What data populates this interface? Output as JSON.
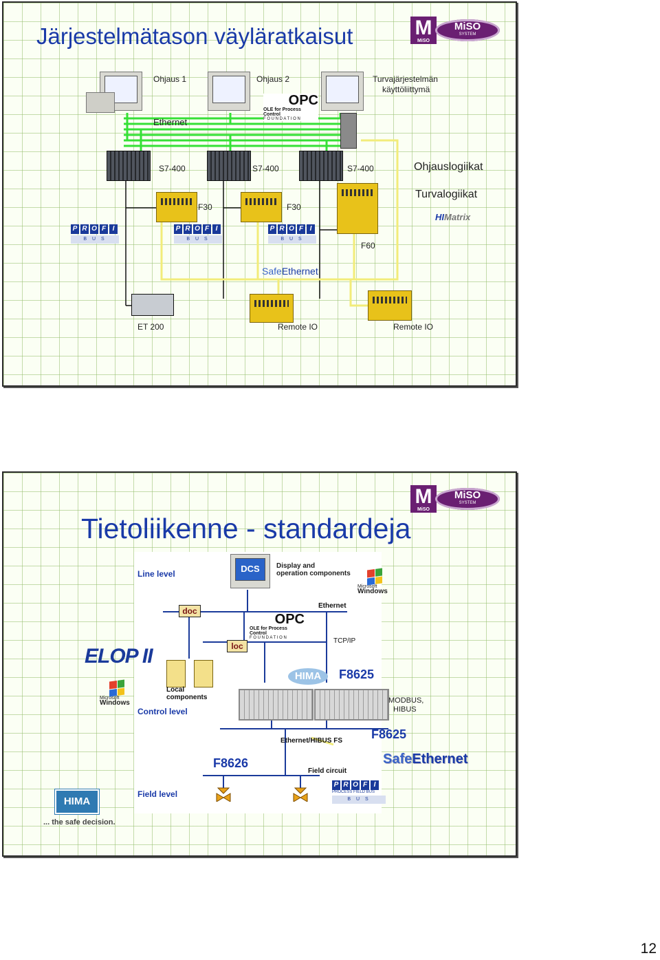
{
  "slide1": {
    "title": "Järjestelmätason väyläratkaisut",
    "labels": {
      "ohjaus1": "Ohjaus 1",
      "ohjaus2": "Ohjaus 2",
      "turva_line1": "Turvajärjestelmän",
      "turva_line2": "käyttöliittymä",
      "ethernet": "Ethernet",
      "s7_1": "S7-400",
      "s7_2": "S7-400",
      "s7_3": "S7-400",
      "ohjauslogiikat": "Ohjauslogiikat",
      "turvalogiikat": "Turvalogiikat",
      "f30_1": "F30",
      "f30_2": "F30",
      "f60": "F60",
      "safe_prefix": "Safe",
      "safe_suffix": "Ethernet",
      "et200": "ET 200",
      "remote1": "Remote IO",
      "remote2": "Remote IO"
    },
    "himatrix": {
      "hi": "HI",
      "matrix": "Matrix"
    }
  },
  "slide2": {
    "title": "Tietoliikenne - standardeja",
    "labels": {
      "line_level": "Line level",
      "dcs": "DCS",
      "display_line1": "Display and",
      "display_line2": "operation components",
      "doc": "doc",
      "ethernet": "Ethernet",
      "loc": "loc",
      "tcpip": "TCP/IP",
      "hima": "HIMA",
      "f8625_top": "F8625",
      "local_line1": "Local",
      "local_line2": "components",
      "control_level": "Control level",
      "modbus_line1": "MODBUS,",
      "modbus_line2": "HIBUS",
      "ethernet_hibus": "Ethernet/HIBUS FS",
      "f8625_bottom": "F8625",
      "f8626": "F8626",
      "field_circuit": "Field circuit",
      "safe_prefix": "Safe",
      "safe_suffix": "Ethernet",
      "field_level": "Field level",
      "safe_decision": "... the safe decision.",
      "elop": "ELOP II"
    }
  },
  "logos": {
    "miso_m": "M",
    "miso_m_small": "MiSO",
    "miso_word": "MiSO",
    "miso_system": "SYSTEM",
    "opc_main": "OPC",
    "opc_sub": "OLE for Process Control",
    "opc_foundation": "F O U N D A T I O N",
    "profi_letters": [
      "P",
      "R",
      "O",
      "F",
      "I"
    ],
    "profi_bus": "B U S",
    "profi_sub": "PROCESS FIELD BUS",
    "windows_small": "Microsoft",
    "windows_word": "Windows",
    "hima_badge": "HIMA"
  },
  "colors": {
    "title_blue": "#1a3aa8",
    "ethernet_green": "#36e036",
    "safe_yellow": "#f2ec7a",
    "grid": "#96be6e",
    "miso_purple": "#6a1f72"
  },
  "page_number": "12"
}
